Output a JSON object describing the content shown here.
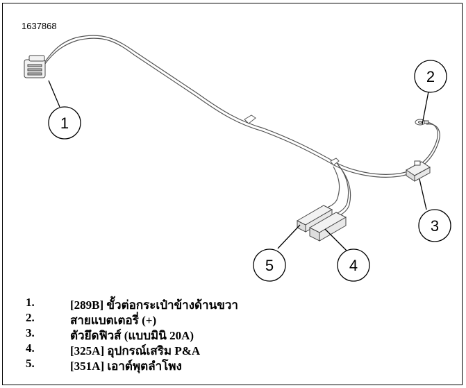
{
  "figure_id": "1637868",
  "callouts": [
    "1",
    "2",
    "3",
    "4",
    "5"
  ],
  "legend": [
    {
      "num": "1.",
      "text": "[289B] ขั้วต่อกระเป๋าข้างด้านขวา"
    },
    {
      "num": "2.",
      "text": "สายแบตเตอรี่ (+)"
    },
    {
      "num": "3.",
      "text": "ตัวยึดฟิวส์ (แบบมินิ 20A)"
    },
    {
      "num": "4.",
      "text": "[325A] อุปกรณ์เสริม P&A"
    },
    {
      "num": "5.",
      "text": "[351A] เอาต์พุตลำโพง"
    }
  ]
}
